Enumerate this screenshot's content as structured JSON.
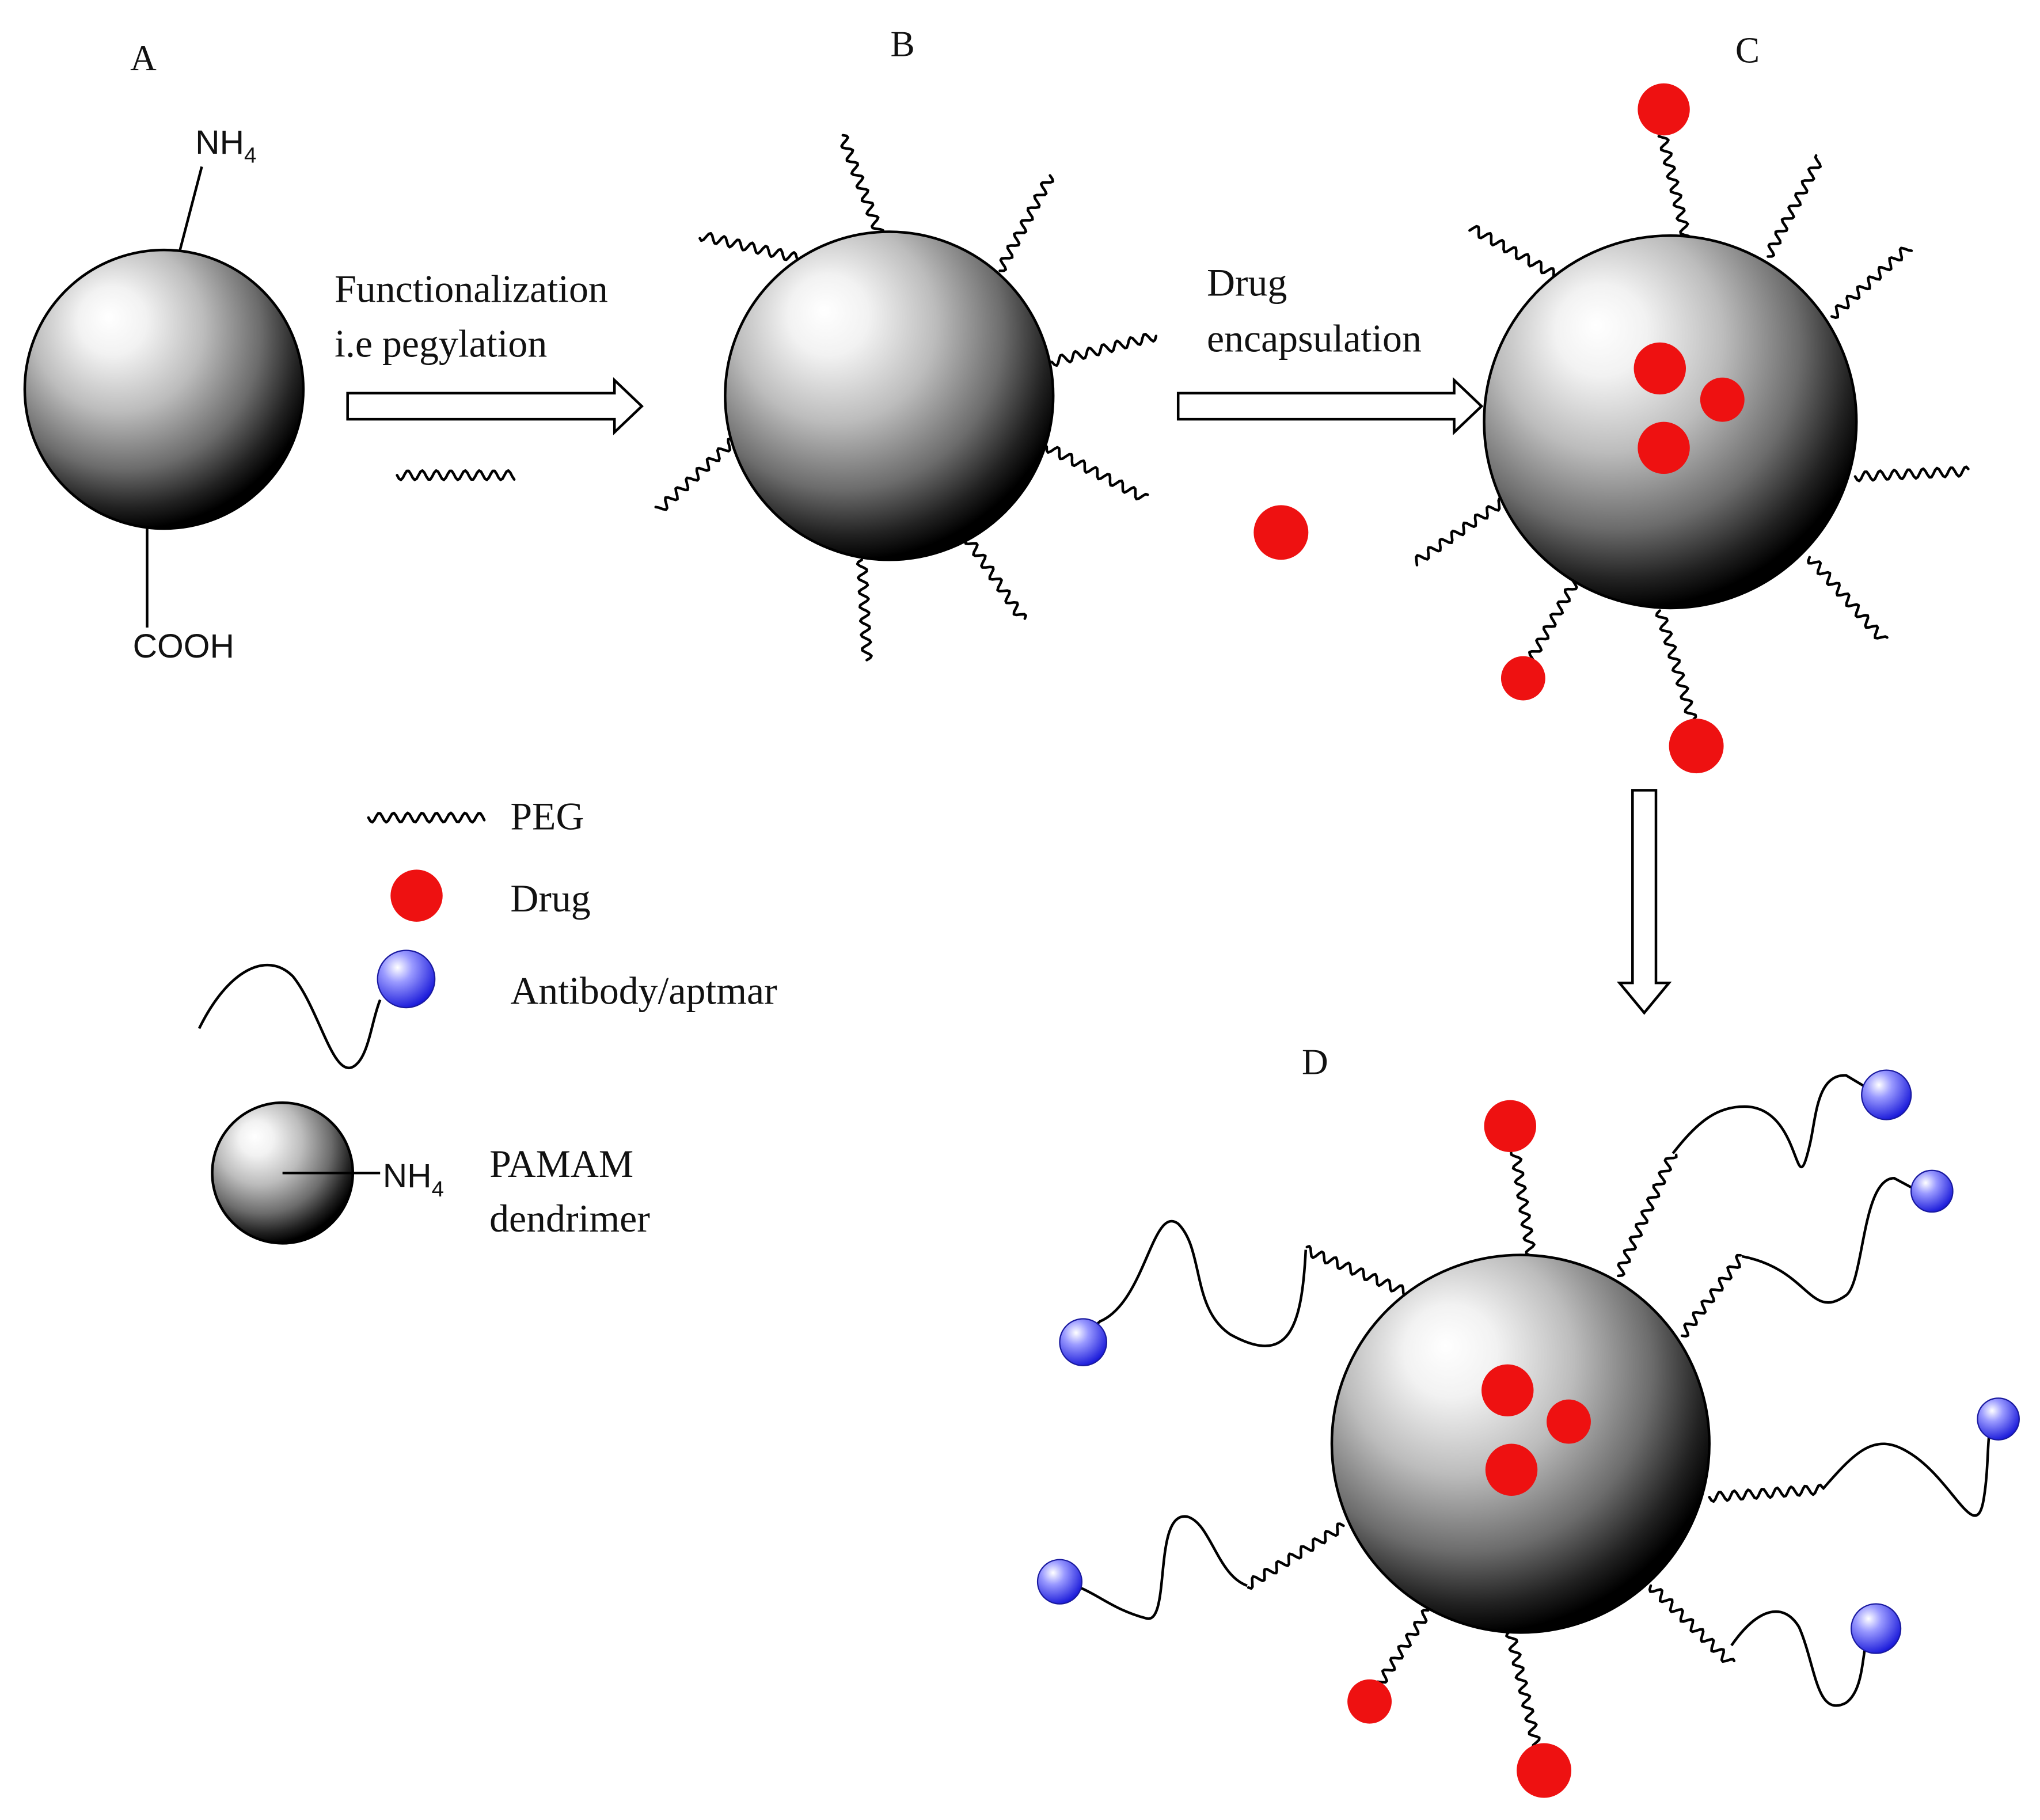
{
  "panels": {
    "a": {
      "label": "A",
      "top_group": "NH",
      "top_group_sub": "4",
      "bottom_group": "COOH"
    },
    "b": {
      "label": "B"
    },
    "c": {
      "label": "C"
    },
    "d": {
      "label": "D"
    }
  },
  "steps": {
    "functionalization": {
      "line1": "Functionalization",
      "line2": "i.e pegylation"
    },
    "drug_encapsulation": {
      "line1": "Drug",
      "line2": "encapsulation"
    }
  },
  "legend": {
    "peg": "PEG",
    "drug": "Drug",
    "antibody": "Antibody/aptmar",
    "dendrimer_group": "NH",
    "dendrimer_group_sub": "4",
    "dendrimer_line1": "PAMAM",
    "dendrimer_line2": "dendrimer"
  },
  "colors": {
    "drug": "#ee1111",
    "antibody": "#2a2ae6",
    "sphere_highlight": "#ffffff",
    "sphere_shadow": "#000000"
  }
}
